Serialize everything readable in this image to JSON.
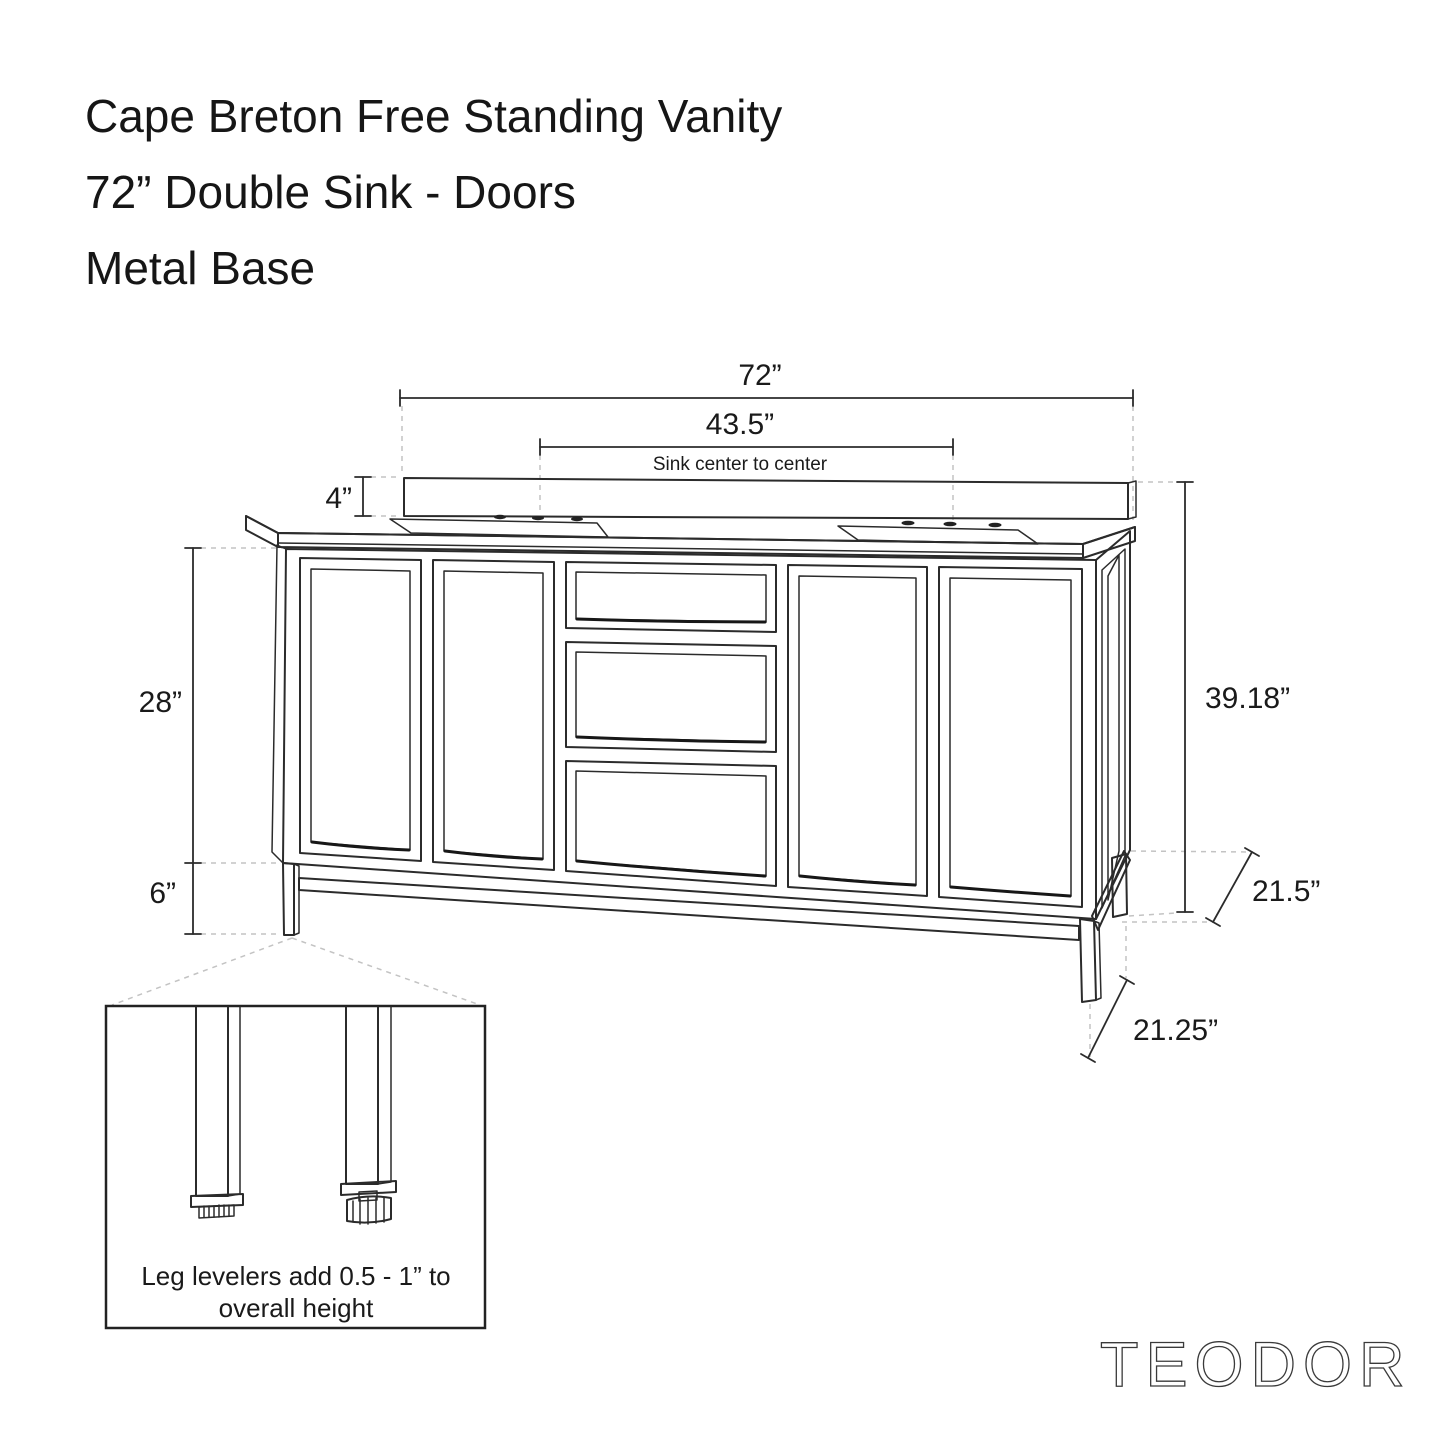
{
  "title": {
    "line1": "Cape Breton Free Standing Vanity",
    "line2": "72” Double Sink - Doors",
    "line3": "Metal Base"
  },
  "dimensions": {
    "width": "72”",
    "sink_span": "43.5”",
    "sink_note": "Sink center to center",
    "backsplash_height": "4”",
    "cabinet_height": "28”",
    "leg_height": "6”",
    "overall_height": "39.18”",
    "counter_depth": "21.5”",
    "base_depth": "21.25”"
  },
  "inset": {
    "caption_line1": "Leg levelers add 0.5 - 1” to",
    "caption_line2": "overall height"
  },
  "brand": "TEODOR",
  "colors": {
    "line": "#2b2b2b",
    "dashed": "#c3c3c3",
    "text": "#1a1a1a",
    "background": "#ffffff"
  }
}
